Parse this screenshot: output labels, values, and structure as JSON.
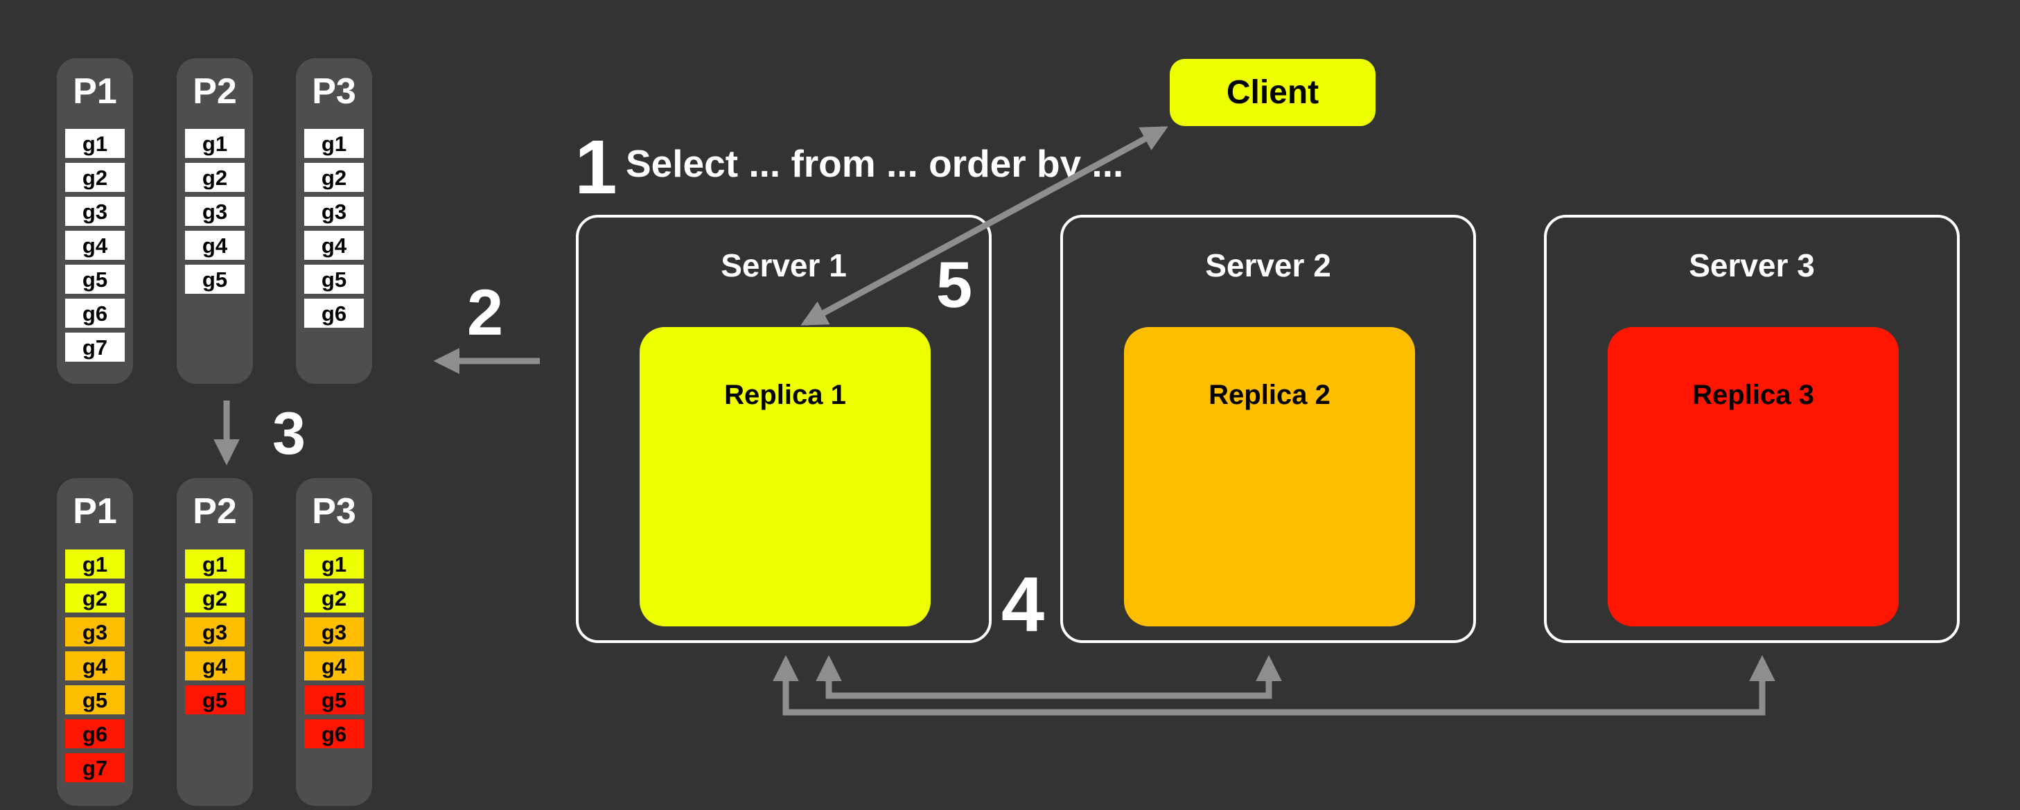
{
  "palette": {
    "background": "#333333",
    "panel_gray": "#4E4E4E",
    "white": "#FFFFFF",
    "yellow": "#EEFF00",
    "orange": "#FFBE00",
    "red": "#FF1500",
    "arrow_gray": "#8E8E8E"
  },
  "steps": {
    "step1": {
      "number": "1",
      "query_text": "Select ... from ... order by ..."
    },
    "step2": {
      "number": "2"
    },
    "step3": {
      "number": "3"
    },
    "step4": {
      "number": "4"
    },
    "step5": {
      "number": "5"
    }
  },
  "client": {
    "label": "Client",
    "color": "yellow"
  },
  "servers": [
    {
      "label": "Server 1",
      "replica": {
        "label": "Replica 1",
        "color": "yellow"
      }
    },
    {
      "label": "Server 2",
      "replica": {
        "label": "Replica 2",
        "color": "orange"
      }
    },
    {
      "label": "Server 3",
      "replica": {
        "label": "Replica 3",
        "color": "red"
      }
    }
  ],
  "partitions_before": [
    {
      "label": "P1",
      "cells": [
        {
          "label": "g1",
          "color": "white"
        },
        {
          "label": "g2",
          "color": "white"
        },
        {
          "label": "g3",
          "color": "white"
        },
        {
          "label": "g4",
          "color": "white"
        },
        {
          "label": "g5",
          "color": "white"
        },
        {
          "label": "g6",
          "color": "white"
        },
        {
          "label": "g7",
          "color": "white"
        }
      ]
    },
    {
      "label": "P2",
      "cells": [
        {
          "label": "g1",
          "color": "white"
        },
        {
          "label": "g2",
          "color": "white"
        },
        {
          "label": "g3",
          "color": "white"
        },
        {
          "label": "g4",
          "color": "white"
        },
        {
          "label": "g5",
          "color": "white"
        }
      ]
    },
    {
      "label": "P3",
      "cells": [
        {
          "label": "g1",
          "color": "white"
        },
        {
          "label": "g2",
          "color": "white"
        },
        {
          "label": "g3",
          "color": "white"
        },
        {
          "label": "g4",
          "color": "white"
        },
        {
          "label": "g5",
          "color": "white"
        },
        {
          "label": "g6",
          "color": "white"
        }
      ]
    }
  ],
  "partitions_after": [
    {
      "label": "P1",
      "cells": [
        {
          "label": "g1",
          "color": "yellow"
        },
        {
          "label": "g2",
          "color": "yellow"
        },
        {
          "label": "g3",
          "color": "orange"
        },
        {
          "label": "g4",
          "color": "orange"
        },
        {
          "label": "g5",
          "color": "orange"
        },
        {
          "label": "g6",
          "color": "red"
        },
        {
          "label": "g7",
          "color": "red"
        }
      ]
    },
    {
      "label": "P2",
      "cells": [
        {
          "label": "g1",
          "color": "yellow"
        },
        {
          "label": "g2",
          "color": "yellow"
        },
        {
          "label": "g3",
          "color": "orange"
        },
        {
          "label": "g4",
          "color": "orange"
        },
        {
          "label": "g5",
          "color": "red"
        }
      ]
    },
    {
      "label": "P3",
      "cells": [
        {
          "label": "g1",
          "color": "yellow"
        },
        {
          "label": "g2",
          "color": "yellow"
        },
        {
          "label": "g3",
          "color": "orange"
        },
        {
          "label": "g4",
          "color": "orange"
        },
        {
          "label": "g5",
          "color": "red"
        },
        {
          "label": "g6",
          "color": "red"
        }
      ]
    }
  ]
}
